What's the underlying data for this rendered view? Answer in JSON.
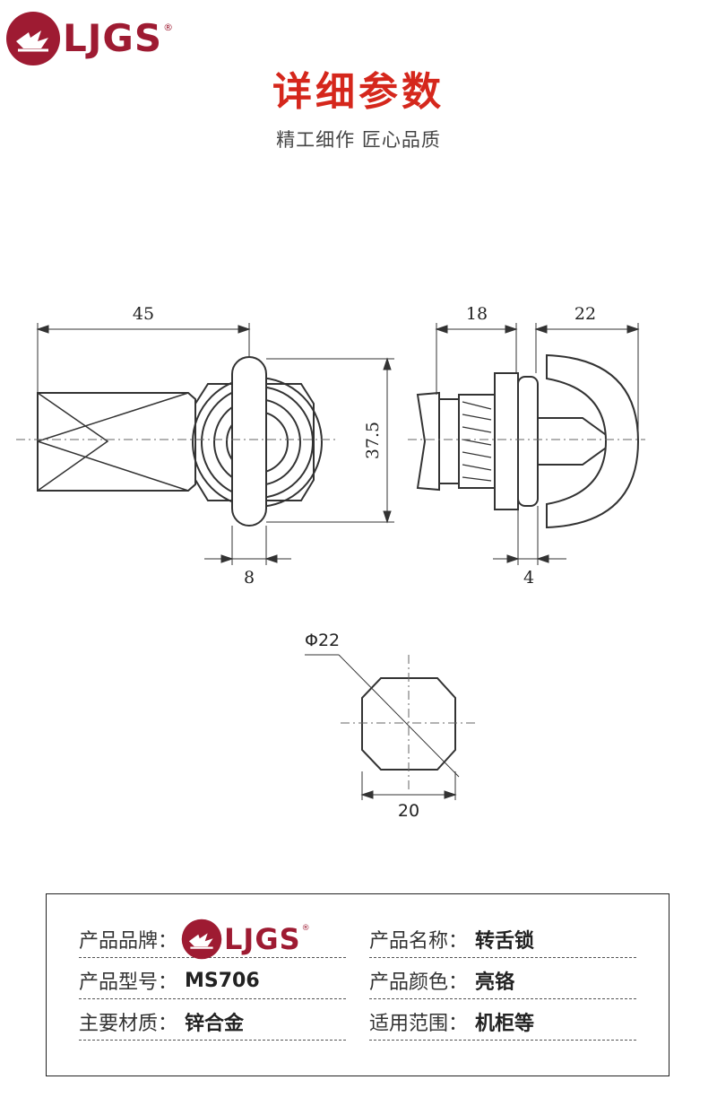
{
  "brand": {
    "name": "LJGS",
    "reg": "®",
    "color": "#9e1b32"
  },
  "header": {
    "title": "详细参数",
    "subtitle": "精工细作 匠心品质",
    "title_color": "#d5271c"
  },
  "drawing": {
    "front_width": "45",
    "front_height": "37.5",
    "front_handle_width": "8",
    "side_body": "18",
    "side_tongue": "22",
    "side_thickness": "4",
    "end_diameter": "Φ22",
    "end_width": "20"
  },
  "specs": [
    {
      "label": "产品品牌：",
      "value": "",
      "type": "logo"
    },
    {
      "label": "产品名称：",
      "value": "转舌锁"
    },
    {
      "label": "产品型号：",
      "value": "MS706"
    },
    {
      "label": "产品颜色：",
      "value": "亮铬"
    },
    {
      "label": "主要材质：",
      "value": "锌合金"
    },
    {
      "label": "适用范围：",
      "value": "机柜等"
    }
  ]
}
